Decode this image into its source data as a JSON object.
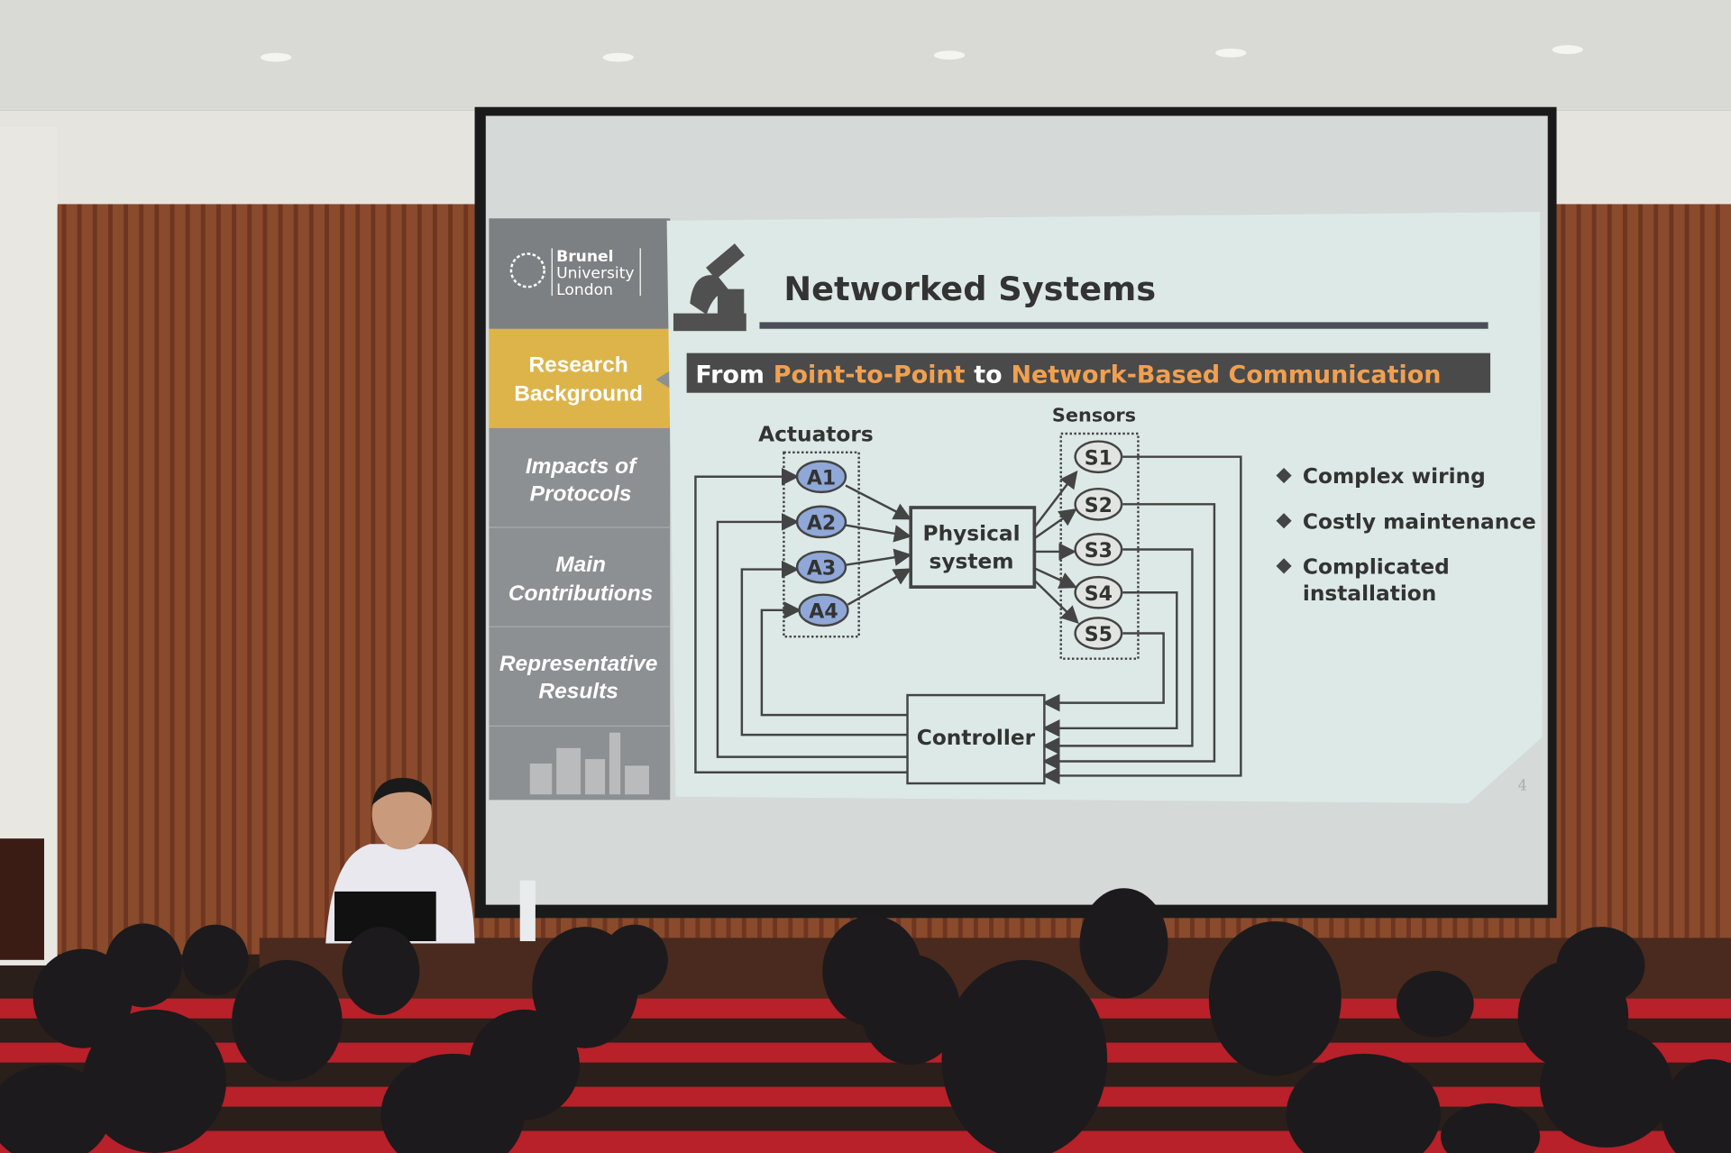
{
  "slide": {
    "logo": {
      "line1": "Brunel",
      "line2": "University",
      "line3": "London"
    },
    "sidebar": [
      {
        "line1": "Research",
        "line2": "Background",
        "active": true
      },
      {
        "line1": "Impacts of",
        "line2": "Protocols",
        "active": false
      },
      {
        "line1": "Main",
        "line2": "Contributions",
        "active": false
      },
      {
        "line1": "Representative",
        "line2": "Results",
        "active": false
      }
    ],
    "title": "Networked Systems",
    "banner": {
      "from": "From",
      "p2p": "Point-to-Point",
      "to": "to",
      "net": "Network-Based Communication"
    },
    "diagram": {
      "actuators_label": "Actuators",
      "sensors_label": "Sensors",
      "actuators": [
        "A1",
        "A2",
        "A3",
        "A4"
      ],
      "sensors": [
        "S1",
        "S2",
        "S3",
        "S4",
        "S5"
      ],
      "plant_line1": "Physical",
      "plant_line2": "system",
      "controller": "Controller"
    },
    "bullets": [
      "Complex wiring",
      "Costly maintenance",
      "Complicated",
      "installation"
    ],
    "page_number": "4",
    "colors": {
      "accent_orange": "#f0a050",
      "sidebar_active": "#dcb44a",
      "actuator_fill": "#8fa8d8"
    }
  }
}
